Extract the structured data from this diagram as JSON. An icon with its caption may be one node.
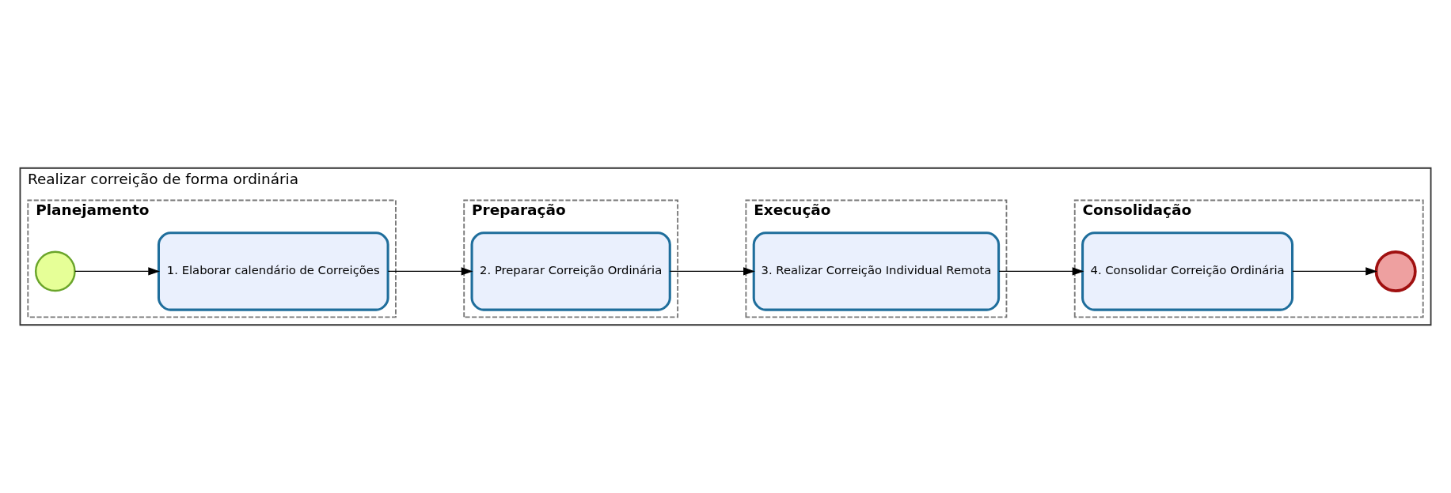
{
  "diagram": {
    "nodes": [
      {
        "text": [
          "Realizar correição de forma ordinária"
        ]
      },
      {
        "text": [
          "Planejamento"
        ],
        "in": 0
      },
      {
        "text": [
          "Preparação"
        ],
        "in": 0
      },
      {
        "text": [
          "Execução"
        ],
        "in": 0
      },
      {
        "text": [
          "Consolidação"
        ],
        "in": 0
      },
      {
        "text": [],
        "shape": "circle",
        "in": 1
      },
      {
        "text": [
          "1. Elaborar calendário de Correições"
        ],
        "in": 1
      },
      {
        "text": [
          "2. Preparar Correição Ordinária"
        ],
        "in": 2
      },
      {
        "text": [
          "3. Realizar Correição Individual Remota"
        ],
        "in": 3
      },
      {
        "text": [
          "4. Consolidar Correição Ordinária"
        ],
        "in": 4
      },
      {
        "text": [],
        "shape": "circle",
        "in": 4
      }
    ],
    "edges": [
      {
        "from": 5,
        "to": 6,
        "arrow": "to"
      },
      {
        "from": 6,
        "to": 7,
        "arrow": "to"
      },
      {
        "from": 7,
        "to": 8,
        "arrow": "to"
      },
      {
        "from": 8,
        "to": 9,
        "arrow": "to"
      },
      {
        "from": 9,
        "to": 10,
        "arrow": "to"
      }
    ]
  }
}
